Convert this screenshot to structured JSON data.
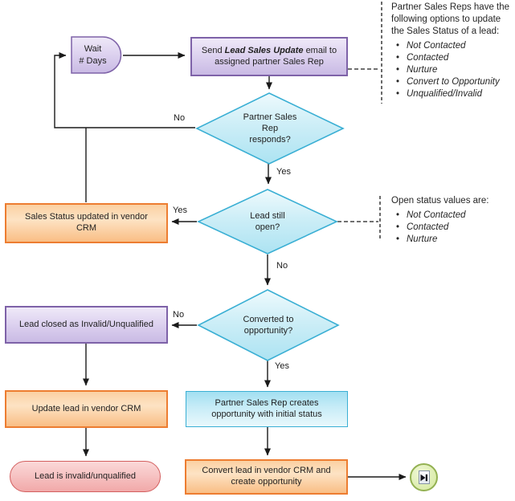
{
  "theme": {
    "purple_border": "#7e62a8",
    "purple_top": "#efe9f8",
    "purple_mid": "#ded3f0",
    "purple_bottom": "#c9bae4",
    "orange_border": "#ed7d31",
    "orange_top": "#fbd0a2",
    "orange_mid": "#fde3c4",
    "orange_bottom": "#f9be85",
    "cyan_border": "#3aafd4",
    "diamond_top": "#eefafd",
    "diamond_mid": "#cdeef7",
    "diamond_bottom": "#ace3f2",
    "cyanbox_top": "#a2dff1",
    "cyanbox_mid": "#c7ecf7",
    "cyanbox_bottom": "#e9f8fc",
    "pink_border": "#d35f5f",
    "pink_top": "#fbd9d9",
    "pink_bottom": "#f1a9a9",
    "green_border": "#93b152",
    "green_top": "#eef7d4",
    "green_bottom": "#d4e89c",
    "line_color": "#1a1a1a",
    "text_color": "#1f1f1f"
  },
  "nodes": {
    "wait": {
      "label": "Wait\n# Days"
    },
    "send": {
      "label_prefix": "Send",
      "label_emphasis": "Lead Sales Update",
      "label_suffix": "email to assigned partner Sales Rep"
    },
    "decision_responds": {
      "label": "Partner Sales\nRep\nresponds?"
    },
    "sales_status_updated": {
      "label": "Sales Status updated in vendor CRM"
    },
    "decision_lead_open": {
      "label": "Lead still\nopen?"
    },
    "decision_converted": {
      "label": "Converted to\nopportunity?"
    },
    "lead_closed": {
      "label": "Lead closed as Invalid/Unqualified"
    },
    "update_lead": {
      "label": "Update lead in vendor CRM"
    },
    "lead_invalid": {
      "label": "Lead is invalid/unqualified"
    },
    "creates_opportunity": {
      "label": "Partner Sales Rep creates opportunity with initial status"
    },
    "convert_lead": {
      "label": "Convert lead in vendor CRM and create opportunity"
    },
    "end": {
      "icon": "skip-to-end-icon"
    }
  },
  "edge_labels": {
    "no_responds": "No",
    "yes_responds": "Yes",
    "yes_open": "Yes",
    "no_open": "No",
    "no_converted": "No",
    "yes_converted": "Yes"
  },
  "annotations": [
    {
      "title": "Partner Sales Reps have the\nfollowing options to update\nthe Sales Status of a lead:",
      "items": [
        "Not Contacted",
        "Contacted",
        "Nurture",
        "Convert to Opportunity",
        "Unqualified/Invalid"
      ]
    },
    {
      "title": "Open status values are:",
      "items": [
        "Not Contacted",
        "Contacted",
        "Nurture"
      ]
    }
  ]
}
